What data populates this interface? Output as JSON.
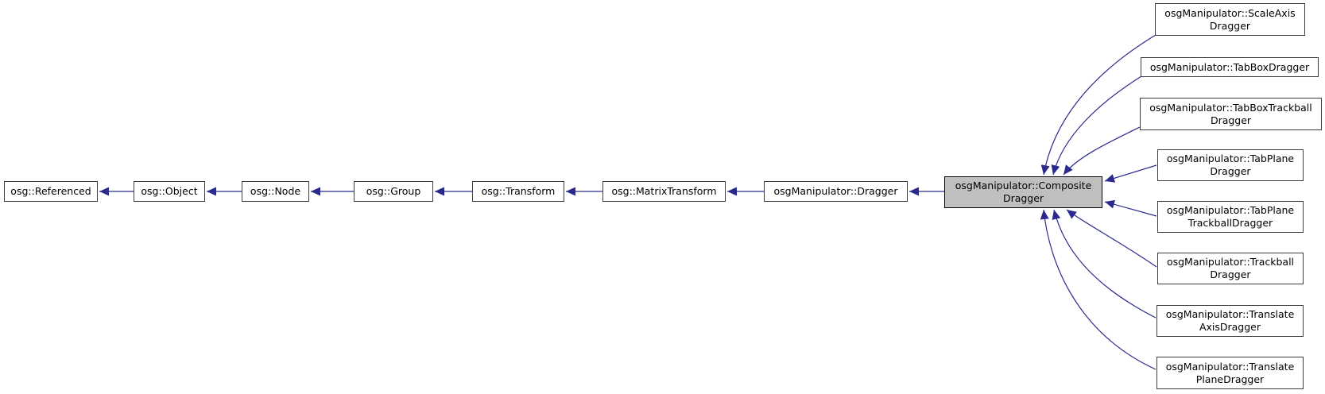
{
  "diagram": {
    "type": "class-inheritance-graph",
    "tool_style": "doxygen",
    "colors": {
      "arrow": "#2a2a8e",
      "node_background": "#ffffff",
      "node_border": "#3d3d3d",
      "highlight_fill": "#bfbfbf",
      "text": "#000000"
    }
  },
  "nodes": {
    "referenced": {
      "label": "osg::Referenced"
    },
    "object": {
      "label": "osg::Object"
    },
    "node": {
      "label": "osg::Node"
    },
    "group": {
      "label": "osg::Group"
    },
    "transform": {
      "label": "osg::Transform"
    },
    "matrix_transform": {
      "label": "osg::MatrixTransform"
    },
    "dragger": {
      "label": "osgManipulator::Dragger"
    },
    "composite_dragger": {
      "label": "osgManipulator::Composite\nDragger",
      "highlighted": true
    },
    "scale_axis_dragger": {
      "label": "osgManipulator::ScaleAxis\nDragger"
    },
    "tab_box_dragger": {
      "label": "osgManipulator::TabBoxDragger"
    },
    "tab_box_trackball_dragger": {
      "label": "osgManipulator::TabBoxTrackball\nDragger"
    },
    "tab_plane_dragger": {
      "label": "osgManipulator::TabPlane\nDragger"
    },
    "tab_plane_trackball_dragger": {
      "label": "osgManipulator::TabPlane\nTrackballDragger"
    },
    "trackball_dragger": {
      "label": "osgManipulator::Trackball\nDragger"
    },
    "translate_axis_dragger": {
      "label": "osgManipulator::Translate\nAxisDragger"
    },
    "translate_plane_dragger": {
      "label": "osgManipulator::Translate\nPlaneDragger"
    }
  },
  "edges": [
    {
      "derived": "osg::Object",
      "base": "osg::Referenced"
    },
    {
      "derived": "osg::Node",
      "base": "osg::Object"
    },
    {
      "derived": "osg::Group",
      "base": "osg::Node"
    },
    {
      "derived": "osg::Transform",
      "base": "osg::Group"
    },
    {
      "derived": "osg::MatrixTransform",
      "base": "osg::Transform"
    },
    {
      "derived": "osgManipulator::Dragger",
      "base": "osg::MatrixTransform"
    },
    {
      "derived": "osgManipulator::CompositeDragger",
      "base": "osgManipulator::Dragger"
    },
    {
      "derived": "osgManipulator::ScaleAxisDragger",
      "base": "osgManipulator::CompositeDragger"
    },
    {
      "derived": "osgManipulator::TabBoxDragger",
      "base": "osgManipulator::CompositeDragger"
    },
    {
      "derived": "osgManipulator::TabBoxTrackballDragger",
      "base": "osgManipulator::CompositeDragger"
    },
    {
      "derived": "osgManipulator::TabPlaneDragger",
      "base": "osgManipulator::CompositeDragger"
    },
    {
      "derived": "osgManipulator::TabPlaneTrackballDragger",
      "base": "osgManipulator::CompositeDragger"
    },
    {
      "derived": "osgManipulator::TrackballDragger",
      "base": "osgManipulator::CompositeDragger"
    },
    {
      "derived": "osgManipulator::TranslateAxisDragger",
      "base": "osgManipulator::CompositeDragger"
    },
    {
      "derived": "osgManipulator::TranslatePlaneDragger",
      "base": "osgManipulator::CompositeDragger"
    }
  ]
}
